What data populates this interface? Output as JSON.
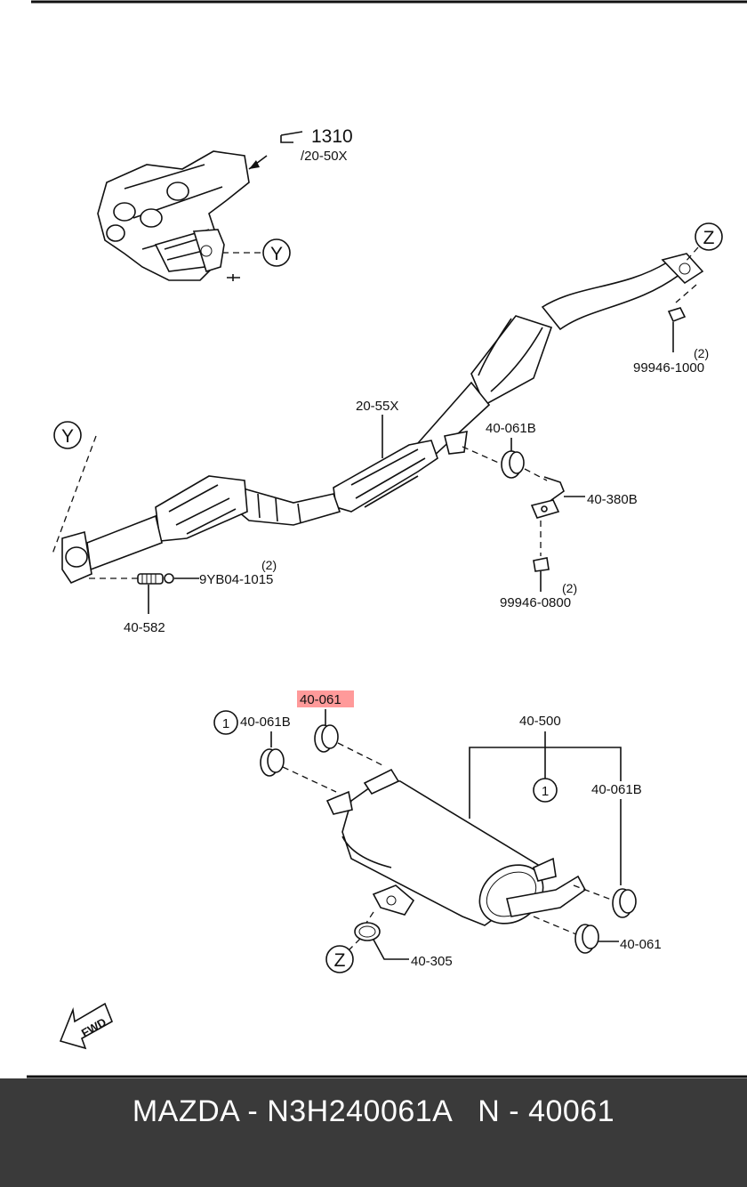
{
  "diagram": {
    "labels": {
      "ref_1310": "1310",
      "ref_20_50x": "/20-50X",
      "callout_y_top": "Y",
      "callout_z_top": "Z",
      "part_99946_1000": "99946-1000",
      "qty_99946_1000": "(2)",
      "part_20_55x": "20-55X",
      "part_40_061b_mid": "40-061B",
      "part_40_380b": "40-380B",
      "callout_y_left": "Y",
      "part_99946_0800": "99946-0800",
      "qty_99946_0800": "(2)",
      "part_9yb04_1015": "9YB04-1015",
      "qty_9yb04_1015": "(2)",
      "part_40_582": "40-582",
      "part_40_061_highlight": "40-061",
      "callout_1_left": "1",
      "part_40_061b_lower_left": "40-061B",
      "part_40_500": "40-500",
      "callout_1_center": "1",
      "part_40_061b_right": "40-061B",
      "part_40_061_lower_right": "40-061",
      "callout_z_bottom": "Z",
      "part_40_305": "40-305",
      "fwd": "FWD"
    },
    "highlight_color": "#ff9a9a"
  },
  "footer": {
    "text": "MAZDA - N3H240061A   N - 40061",
    "background": "#3a3a3a"
  }
}
